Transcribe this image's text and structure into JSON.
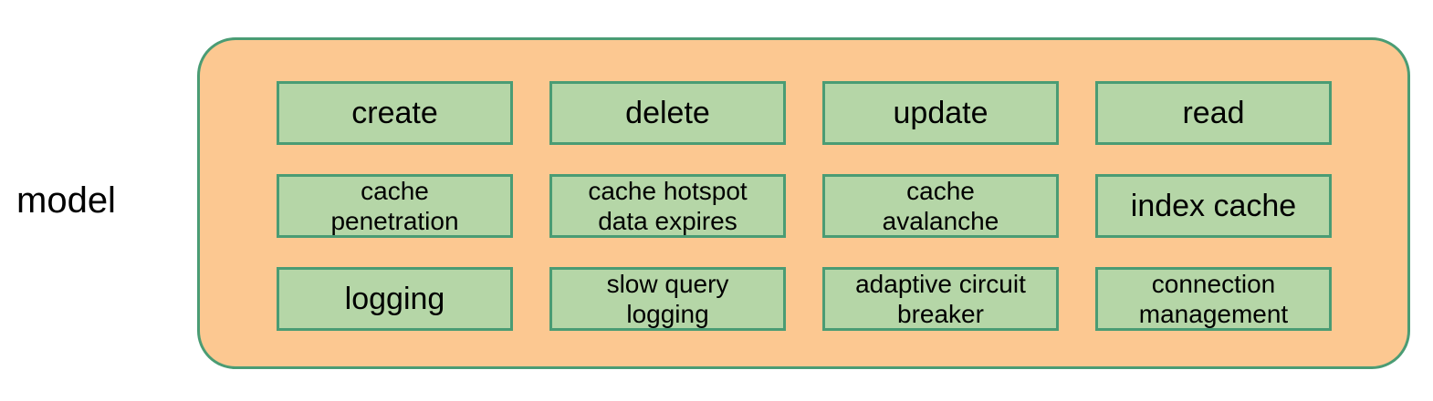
{
  "diagram": {
    "group_label": "model",
    "colors": {
      "panel_fill": "#fcc891",
      "panel_border": "#4a9c74",
      "box_fill": "#b5d6a7",
      "box_border": "#4a9c74",
      "text": "#000000",
      "background": "#ffffff"
    },
    "rows": [
      {
        "cells": [
          {
            "label": "create",
            "lines": 1
          },
          {
            "label": "delete",
            "lines": 1
          },
          {
            "label": "update",
            "lines": 1
          },
          {
            "label": "read",
            "lines": 1
          }
        ]
      },
      {
        "cells": [
          {
            "label": "cache\npenetration",
            "lines": 2
          },
          {
            "label": "cache hotspot\ndata expires",
            "lines": 2
          },
          {
            "label": "cache\navalanche",
            "lines": 2
          },
          {
            "label": "index cache",
            "lines": 1
          }
        ]
      },
      {
        "cells": [
          {
            "label": "logging",
            "lines": 1
          },
          {
            "label": "slow query\nlogging",
            "lines": 2
          },
          {
            "label": "adaptive circuit\nbreaker",
            "lines": 2
          },
          {
            "label": "connection\nmanagement",
            "lines": 2
          }
        ]
      }
    ]
  }
}
